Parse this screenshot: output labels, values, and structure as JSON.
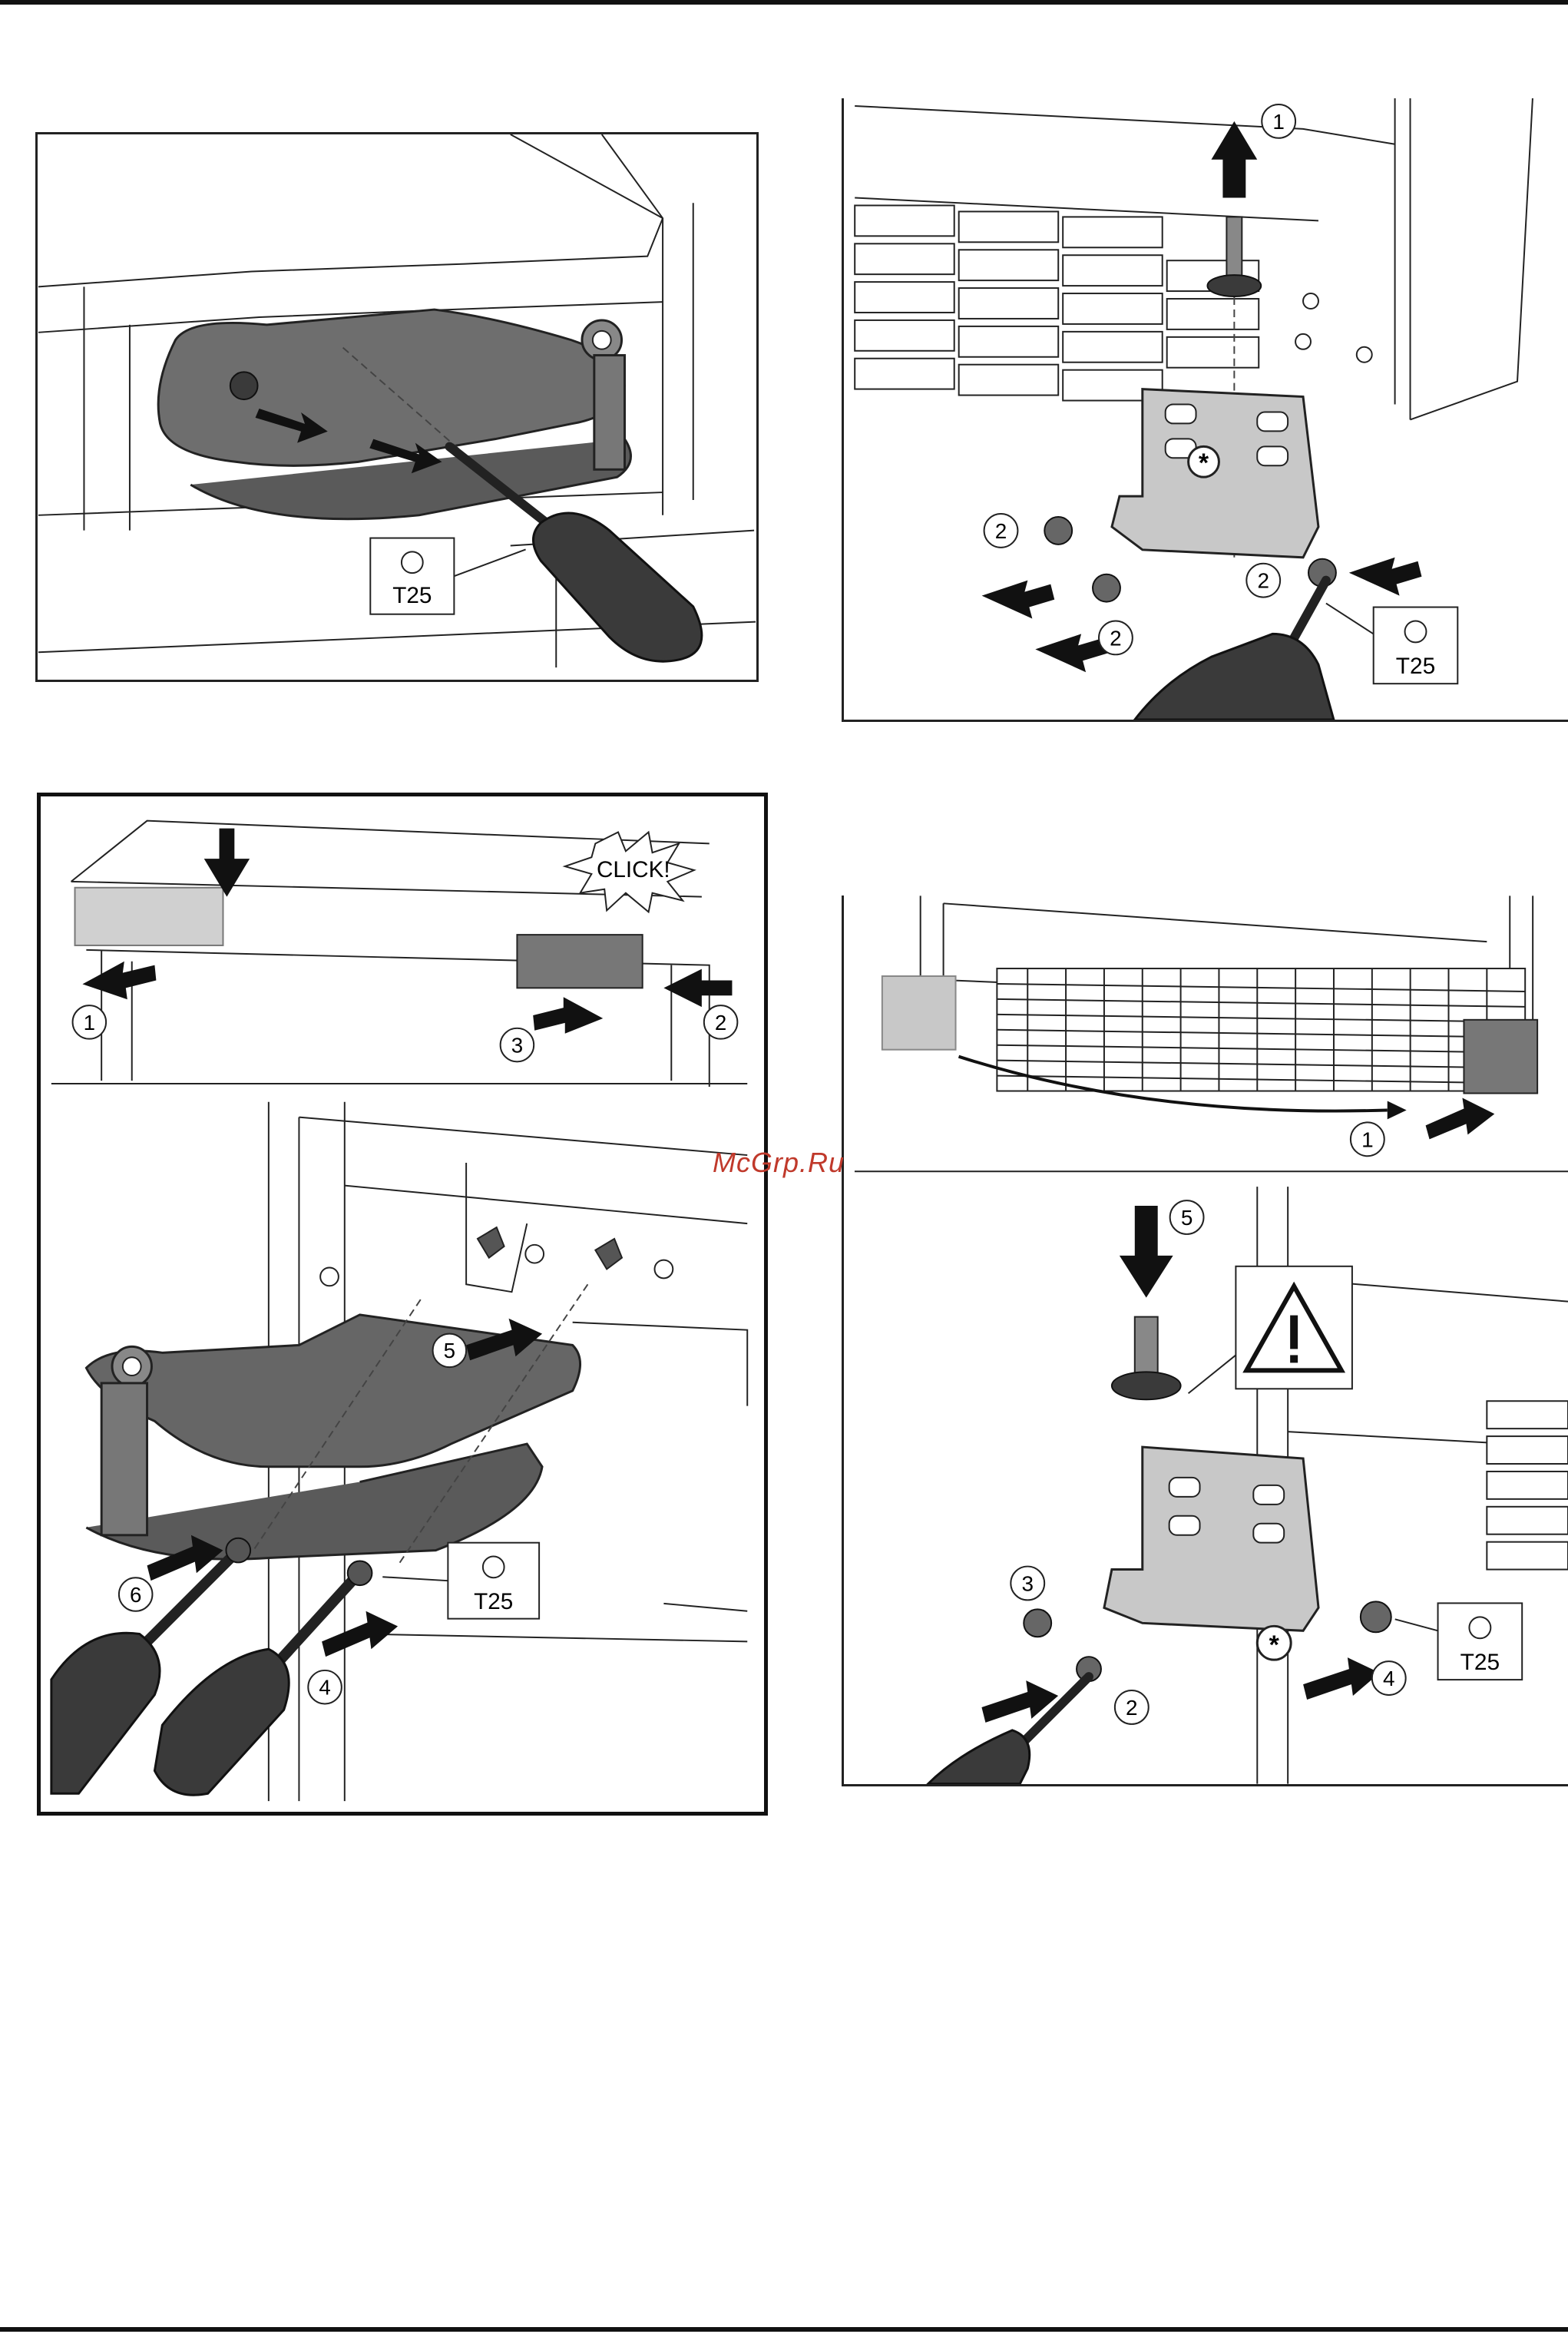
{
  "tool_label": "T25",
  "click_label": "CLICK!",
  "watermark": "McGrp.Ru",
  "callouts": {
    "p2": [
      "1",
      "2",
      "2",
      "2",
      "2"
    ],
    "p3": [
      "1",
      "2",
      "3",
      "4",
      "5",
      "6"
    ],
    "p4": [
      "1",
      "2",
      "3",
      "4",
      "5"
    ]
  },
  "colors": {
    "line": "#222222",
    "part_dark": "#666666",
    "part_light": "#c8c8c8",
    "handle": "#3a3a3a",
    "watermark": "#c0392b"
  }
}
